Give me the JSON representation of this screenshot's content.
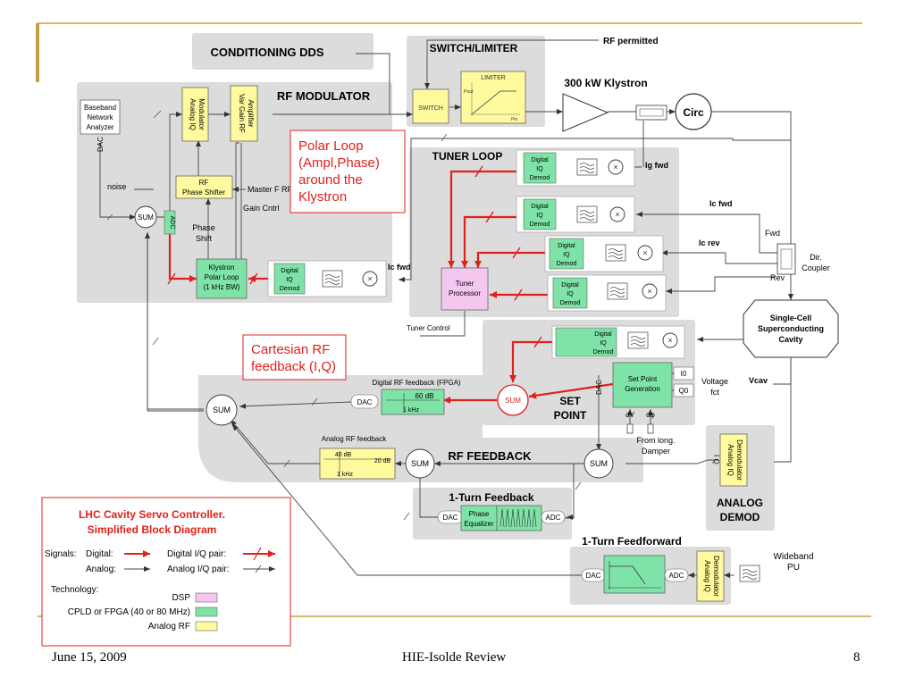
{
  "blocks": {
    "conditioning_dds": "CONDITIONING DDS",
    "switch_limiter": "SWITCH/LIMITER",
    "rf_permitted": "RF permitted",
    "switch": "SWITCH",
    "limiter": "LIMITER",
    "pout": "Pout",
    "pin": "Pin",
    "klystron": "300 kW Klystron",
    "circ": "Circ",
    "rf_modulator": "RF MODULATOR",
    "baseband_nwa": [
      "Baseband",
      "Network",
      "Analyzer"
    ],
    "dac": "DAC",
    "adc": "ADC",
    "noise": "noise",
    "sum": "SUM",
    "analog_iq_modulator": [
      "Analog IQ",
      "Modulator"
    ],
    "var_gain_rf_amp": [
      "Var Gain RF",
      "Amplifier"
    ],
    "rf_phase_shifter": [
      "RF",
      "Phase Shifter"
    ],
    "master_f_rf": "Master F RF",
    "gain_cntrl": "Gain Cntrl",
    "phase_shift": [
      "Phase",
      "Shift"
    ],
    "klystron_polar_loop": [
      "Klystron",
      "Polar Loop",
      "(1 kHz BW)"
    ],
    "digital_iq_demod": [
      "Digital",
      "IQ",
      "Demod"
    ],
    "ic_fwd": "Ic fwd",
    "ig_fwd": "Ig fwd",
    "ic_rev": "Ic rev",
    "polar_loop_note": [
      "Polar Loop",
      "(Ampl,Phase)",
      "around the",
      "Klystron"
    ],
    "tuner_loop": "TUNER LOOP",
    "tuner_processor": [
      "Tuner",
      "Processor"
    ],
    "tuner_control": "Tuner Control",
    "fwd": "Fwd",
    "rev": "Rev",
    "dir_coupler": [
      "Dir.",
      "Coupler"
    ],
    "cavity": [
      "Single-Cell",
      "Superconducting",
      "Cavity"
    ],
    "vcav": "Vcav",
    "cartesian_note": [
      "Cartesian RF",
      "feedback (I,Q)"
    ],
    "digital_rf_feedback": "Digital RF feedback (FPGA)",
    "db60": "60 dB",
    "khz1": "1 kHz",
    "set_point_generation": [
      "Set Point",
      "Generation"
    ],
    "i0": "I0",
    "q0": "Q0",
    "voltage_fct": [
      "Voltage",
      "fct"
    ],
    "set_point": [
      "SET",
      "POINT"
    ],
    "dv": "dV",
    "dphi": "dφ",
    "from_long_damper": [
      "From long.",
      "Damper"
    ],
    "analog_rf_feedback": "Analog RF feedback",
    "db40": "40 dB",
    "db20": "20 dB",
    "rf_feedback": "RF FEEDBACK",
    "analog_iq_demodulator": [
      "Analog IQ",
      "Demodulator"
    ],
    "iq": "I Q",
    "analog_demod": [
      "ANALOG",
      "DEMOD"
    ],
    "one_turn_feedback": "1-Turn Feedback",
    "phase_equalizer": [
      "Phase",
      "Equalizer"
    ],
    "one_turn_feedforward": "1-Turn Feedforward",
    "wideband_pu": [
      "Wideband",
      "PU"
    ]
  },
  "legend": {
    "title": [
      "LHC Cavity Servo Controller.",
      "Simplified Block Diagram"
    ],
    "signals": "Signals:",
    "digital": "Digital:",
    "analog": "Analog:",
    "digital_iq_pair": "Digital I/Q pair:",
    "analog_iq_pair": "Analog I/Q pair:",
    "technology": "Technology:",
    "dsp": "DSP",
    "cpld_fpga": "CPLD or FPGA (40 or 80 MHz)",
    "analog_rf": "Analog RF"
  },
  "colors": {
    "dsp": "#f5c6f0",
    "fpga": "#7fe3a8",
    "analog_rf": "#fffa9e",
    "digital_signal": "#e0201c",
    "note_text": "#e0201c",
    "group_bg": "#dcdcdc",
    "frame_line": "#c8a040"
  },
  "footer": {
    "date": "June 15, 2009",
    "title": "HIE-Isolde Review",
    "page": "8"
  }
}
